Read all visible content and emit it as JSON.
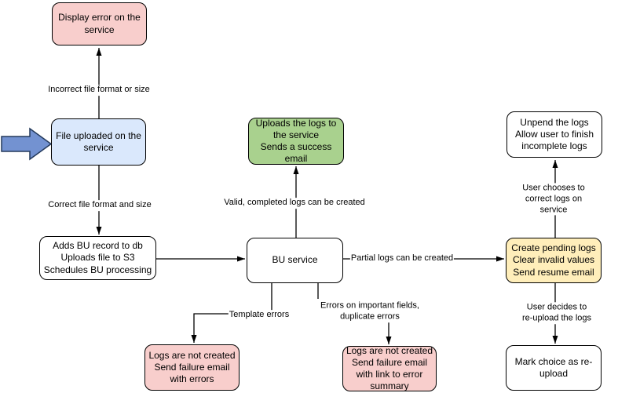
{
  "diagram": {
    "nodes": [
      {
        "id": "display-error",
        "label": "Display error on the\nservice",
        "fill": "#f8cecc"
      },
      {
        "id": "file-uploaded",
        "label": "File uploaded on the\nservice",
        "fill": "#dae8fc"
      },
      {
        "id": "adds-bu-record",
        "label": "Adds BU record to db\nUploads file to S3\nSchedules BU processing",
        "fill": "#ffffff"
      },
      {
        "id": "bu-service",
        "label": "BU service",
        "fill": "#ffffff"
      },
      {
        "id": "uploads-logs-success",
        "label": "Uploads the logs to\nthe service\nSends a success\nemail",
        "fill": "#a9d18e"
      },
      {
        "id": "unpend-logs",
        "label": "Unpend the logs\nAllow user to finish\nincomplete logs",
        "fill": "#ffffff"
      },
      {
        "id": "create-pending-logs",
        "label": "Create pending logs\nClear invalid values\nSend resume email",
        "fill": "#ffeeba"
      },
      {
        "id": "mark-choice-reupload",
        "label": "Mark choice as re-\nupload",
        "fill": "#ffffff"
      },
      {
        "id": "logs-not-created-errors",
        "label": "Logs are not created\nSend failure email\nwith errors",
        "fill": "#f8cecc"
      },
      {
        "id": "logs-not-created-summary",
        "label": "Logs are not created\nSend failure email\nwith link to error\nsummary",
        "fill": "#f8cecc"
      }
    ],
    "edge_labels": [
      {
        "id": "incorrect-file-format",
        "text": "Incorrect file format or size"
      },
      {
        "id": "correct-file-format",
        "text": "Correct file format and size"
      },
      {
        "id": "valid-completed-logs",
        "text": "Valid, completed logs can be created"
      },
      {
        "id": "partial-logs",
        "text": "Partial logs can be created"
      },
      {
        "id": "template-errors",
        "text": "Template errors"
      },
      {
        "id": "important-fields-errors",
        "text": "Errors on important fields,\nduplicate errors"
      },
      {
        "id": "user-chooses-correct",
        "text": "User chooses to correct logs on service"
      },
      {
        "id": "user-decides-reupload",
        "text": "User decides to re-upload the logs"
      }
    ],
    "colors": {
      "error_pink": "#f8cecc",
      "info_blue": "#dae8fc",
      "success_green": "#a9d18e",
      "pending_yellow": "#ffeeba",
      "start_arrow_blue": "#7392d1",
      "stroke": "#000000",
      "background": "#ffffff"
    }
  }
}
